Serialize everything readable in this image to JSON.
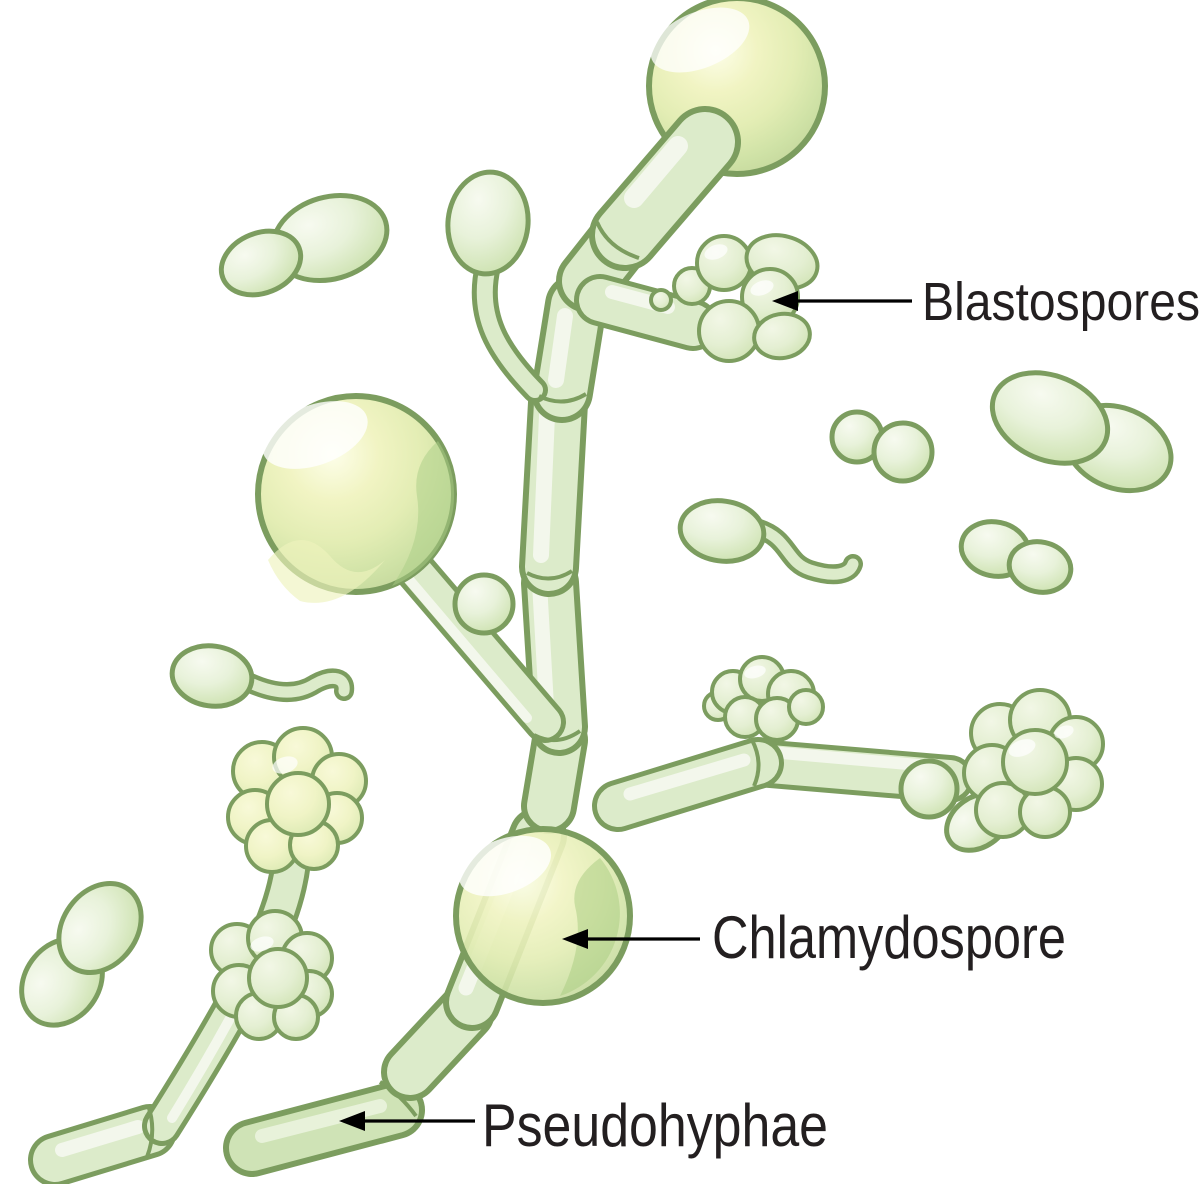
{
  "diagram": {
    "labels": {
      "blastospores": "Blastospores",
      "chlamydospore": "Chlamydospore",
      "pseudohyphae": "Pseudohyphae"
    },
    "colors": {
      "outline_green": "#7c9d5f",
      "hypha_fill_light": "#dcebca",
      "hypha_fill_dark": "#cfe3b6",
      "hypha_highlight": "#f3f8ed",
      "sphere_center": "#f4f6c9",
      "sphere_edge": "#c2d89e",
      "label_text": "#231f20",
      "arrow": "#000000",
      "background": "#ffffff"
    }
  }
}
